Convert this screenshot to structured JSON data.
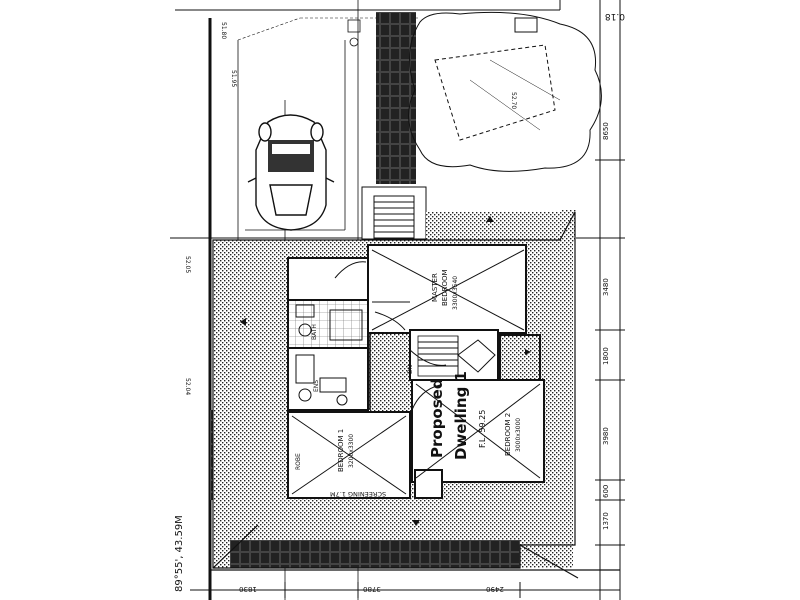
{
  "plan": {
    "title_line1": "Proposed",
    "title_line2": "Dwelling 1",
    "floor_level": "F.L. 59.25",
    "rooms": {
      "master_name": "MASTER",
      "master_label": "BEDROOM",
      "master_size": "3300x3540",
      "bed1_label": "BEDROOM 1",
      "bed1_size": "3200x3300",
      "bed2_label": "BEDROOM 2",
      "bed2_size": "3000x3000",
      "robe": "ROBE",
      "bath": "BATH",
      "ens": "ENS",
      "dn": "DN",
      "screening": "SCREENING 1.7M"
    },
    "dims_right": [
      "8650",
      "3480",
      "1800",
      "3980",
      "600",
      "1370"
    ],
    "dims_bottom": [
      "1830",
      "3780",
      "2490"
    ],
    "boundary_bearing": "89°55', 43.59M",
    "levels": {
      "top_left_a": "51.80",
      "top_left_b": "51.95",
      "garden": "52.70",
      "mid_left": "52.05",
      "lower_left": "52.04",
      "top_right": "0.18"
    },
    "colors": {
      "line": "#111111",
      "pattern": "#333333",
      "paving": "#444444"
    }
  }
}
